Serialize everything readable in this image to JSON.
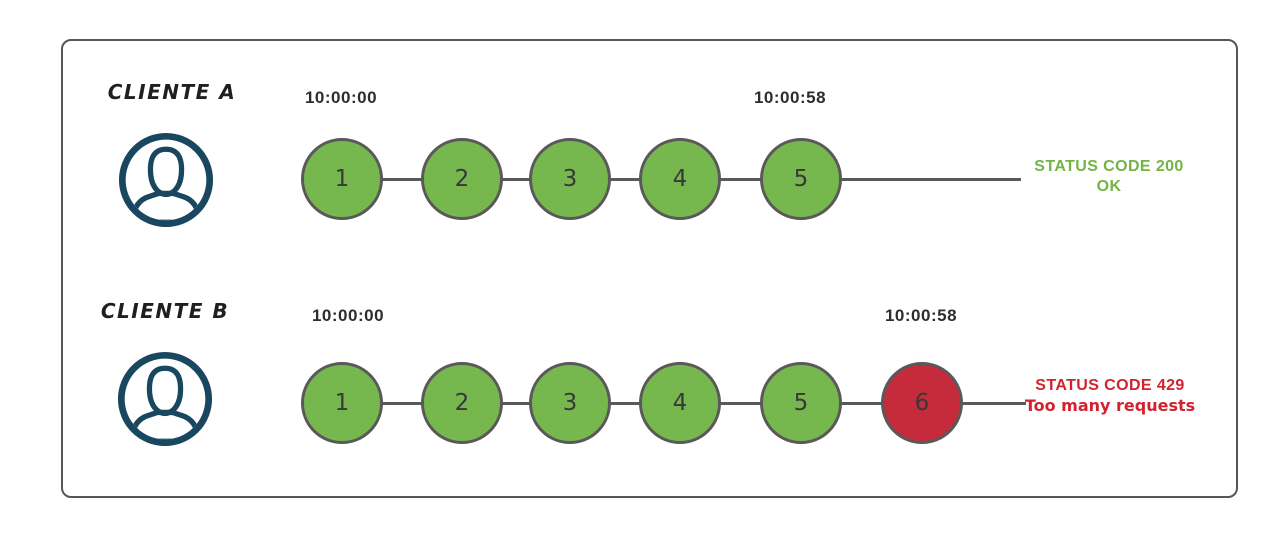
{
  "colors": {
    "success": "#76b84d",
    "success-text": "#72b543",
    "error": "#c52b3a",
    "error-text": "#d3222f",
    "stroke": "#595959",
    "icon": "#19475f",
    "timestamp": "#2d2d2d",
    "label": "#1f1f1f"
  },
  "rows": [
    {
      "client_label": "CLIENTE A",
      "start_time": "10:00:00",
      "end_time": "10:00:58",
      "requests": [
        {
          "label": "1",
          "status": "ok"
        },
        {
          "label": "2",
          "status": "ok"
        },
        {
          "label": "3",
          "status": "ok"
        },
        {
          "label": "4",
          "status": "ok"
        },
        {
          "label": "5",
          "status": "ok"
        }
      ],
      "status": {
        "type": "success",
        "line1": "STATUS CODE 200",
        "line2": "OK"
      }
    },
    {
      "client_label": "CLIENTE B",
      "start_time": "10:00:00",
      "end_time": "10:00:58",
      "requests": [
        {
          "label": "1",
          "status": "ok"
        },
        {
          "label": "2",
          "status": "ok"
        },
        {
          "label": "3",
          "status": "ok"
        },
        {
          "label": "4",
          "status": "ok"
        },
        {
          "label": "5",
          "status": "ok"
        },
        {
          "label": "6",
          "status": "error"
        }
      ],
      "status": {
        "type": "error",
        "line1": "STATUS CODE 429",
        "line2": "Too many requests"
      }
    }
  ]
}
